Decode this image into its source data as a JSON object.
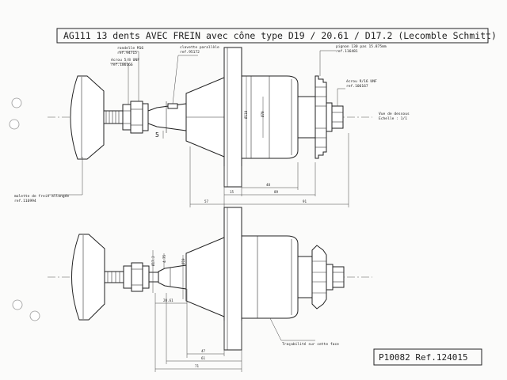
{
  "title": "AG111 13 dents  AVEC FREIN avec cône type D19 / 20.61 / D17.2 (Lecomble Schmitt)",
  "reference": "P10082   Ref.124015",
  "callouts": {
    "rondelle_l1": "rondelle M16",
    "rondelle_l2": "ref.94715",
    "ecrou58_l1": "écrou 5/8 UNF",
    "ecrou58_l2": "ref.106166",
    "clavette_l1": "clavette parallèle",
    "clavette_l2": "ref.95172",
    "pignon_l1": "pignon 130 pas 15.875mm",
    "pignon_l2": "ref.116481",
    "ecrou916_l1": "écrou 9/16 UNF",
    "ecrou916_l2": "ref.106167",
    "vue_l1": "Vue de dessous",
    "vue_l2": "Echelle : 1/1",
    "molette_l1": "molette de frein allongée",
    "molette_l2": "ref.116994",
    "tracabilite": "Traçabilité sur cette face"
  },
  "dims_top": {
    "phi118": "Ø118",
    "phi70": "Ø70",
    "d15": "15",
    "d48": "48",
    "d89": "89",
    "d57": "57",
    "d91": "91",
    "key5": "5"
  },
  "dims_bottom": {
    "phi172": "Ø17.2",
    "d475": "4.75",
    "phi19": "Ø19",
    "d2061": "20.61",
    "d47": "47",
    "d61": "61",
    "d71": "71"
  }
}
